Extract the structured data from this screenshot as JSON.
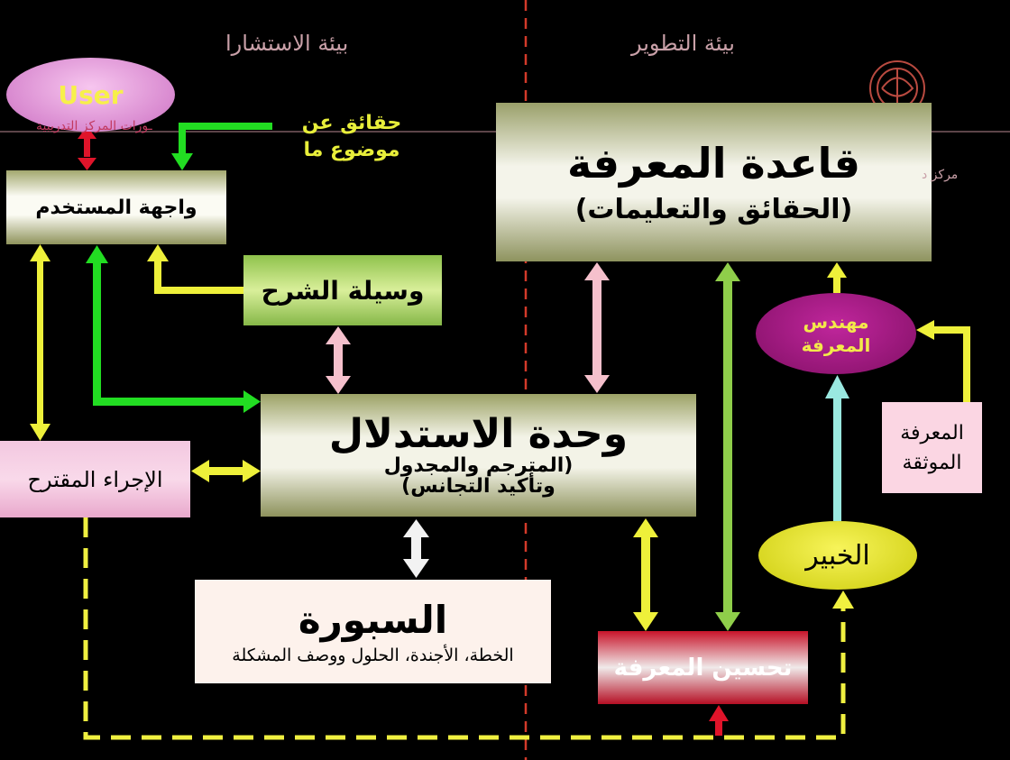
{
  "environments": {
    "consultation": "بيئة الاستشارا",
    "development": "بيئة التطوير"
  },
  "nodes": {
    "user": "User",
    "user_subtitle": "ـورات المركز التدريبية",
    "facts_note_line1": "حقائق عن",
    "facts_note_line2": "موضوع ما",
    "user_interface": "واجهة المستخدم",
    "knowledge_base_title": "قاعدة المعرفة",
    "knowledge_base_sub": "(الحقائق والتعليمات)",
    "explanation": "وسيلة الشرح",
    "inference_title": "وحدة الاستدلال",
    "inference_sub_line1": "(المترجم والمجدول",
    "inference_sub_line2": "وتأكيد التجانس)",
    "recommended_action": "الإجراء المقترح",
    "blackboard_title": "السبورة",
    "blackboard_sub": "الخطة، الأجندة، الحلول ووصف المشكلة",
    "knowledge_engineer_line1": "مهندس",
    "knowledge_engineer_line2": "المعرفة",
    "documented_line1": "المعرفة",
    "documented_line2": "الموثقة",
    "expert": "الخبير",
    "knowledge_refinement": "تحسين المعرفة",
    "logo_caption": "مركز د"
  },
  "colors": {
    "background": "#000000",
    "green_arrow": "#22dd22",
    "yellow_arrow": "#eef03a",
    "pink_arrow": "#f5c0cc",
    "red_arrow": "#e0142a",
    "cyan_arrow": "#9ae8e0",
    "lightgreen_arrow": "#8fce4a",
    "dashed_divider": "#d33a2a",
    "dashed_feedback": "#f0f040"
  }
}
